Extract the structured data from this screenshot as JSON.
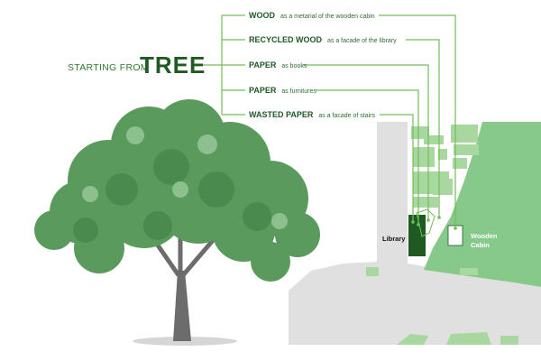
{
  "title_prefix": "STARTING FROM",
  "title_main": "TREE",
  "items": [
    {
      "keyword": "WOOD",
      "description": "as a metarial of the wooden cabin"
    },
    {
      "keyword": "RECYCLED WOOD",
      "description": "as a facade of the library"
    },
    {
      "keyword": "PAPER",
      "description": "as books"
    },
    {
      "keyword": "PAPER",
      "description": "as furnitures"
    },
    {
      "keyword": "WASTED PAPER",
      "description": "as a facade of stairs"
    }
  ],
  "map_labels": {
    "library": "Library",
    "cabin_line1": "Wooden",
    "cabin_line2": "Cabin"
  },
  "colors": {
    "line": "#6fbf57",
    "text": "#1f5a23",
    "road": "#e0e0e0",
    "park": "#86c98a",
    "building": "#a8d8a0",
    "library": "#1f5a23"
  },
  "icons": [
    "tree-illustration"
  ]
}
